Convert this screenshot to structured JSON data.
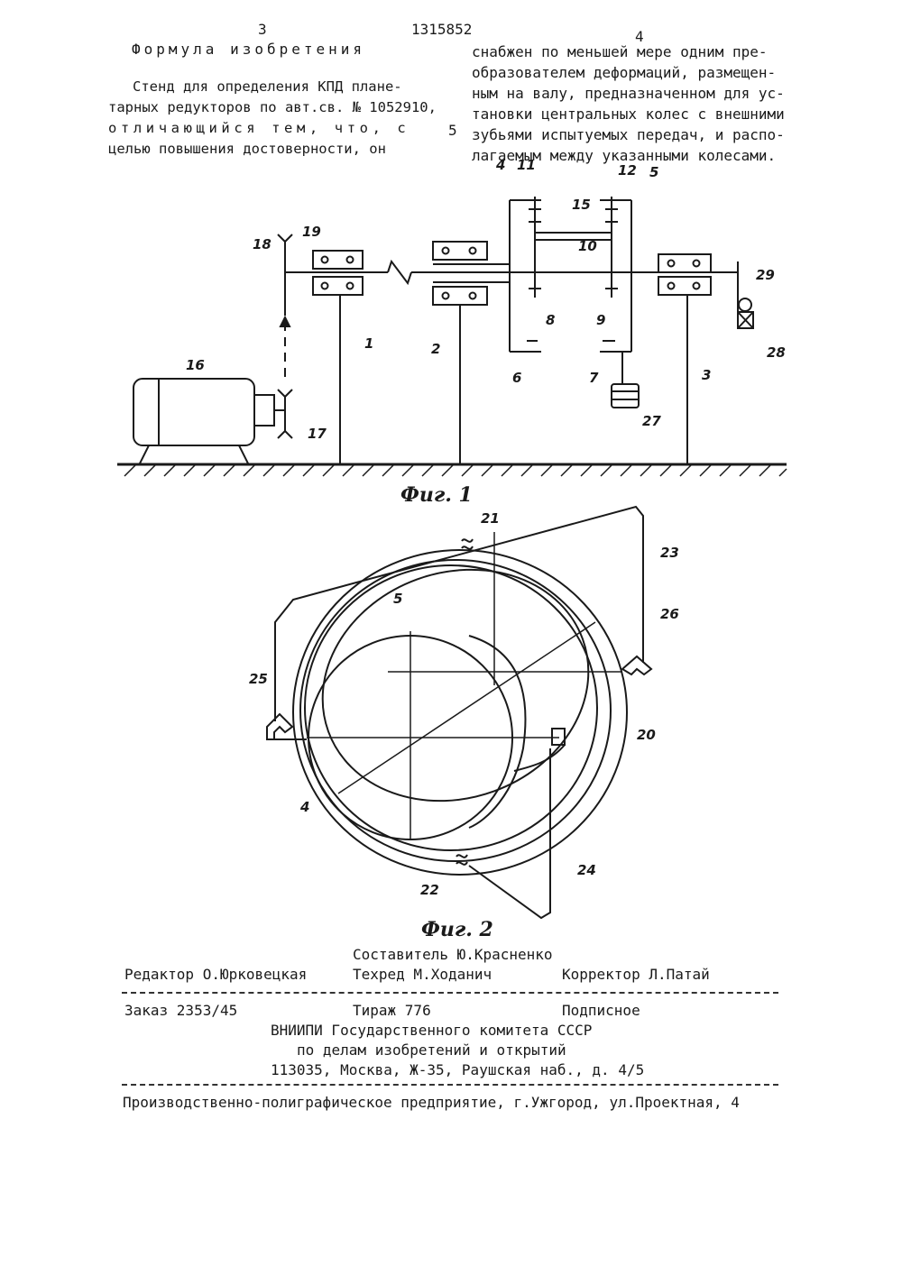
{
  "header": {
    "page_left": "3",
    "patent_number": "1315852",
    "page_right": "4"
  },
  "claim": {
    "title": "Формула изобретения",
    "left_lines": [
      "Стенд для определения КПД плане-",
      "тарных редукторов по авт.св. № 1052910,",
      "отличающийся тем, что, с",
      "целью повышения достоверности, он"
    ],
    "line_marker": "5",
    "right_lines": [
      "снабжен по меньшей мере одним пре-",
      "образователем деформаций, размещен-",
      "ным на валу, предназначенном для ус-",
      "тановки центральных колес с внешними",
      "зубьями испытуемых передач, и распо-",
      "лагаемым между указанными колесами."
    ]
  },
  "figures": {
    "fig1_caption": "Фиг. 1",
    "fig2_caption": "Фиг. 2",
    "fig1_labels": [
      "1",
      "2",
      "3",
      "4",
      "5",
      "6",
      "7",
      "8",
      "9",
      "10",
      "11",
      "12",
      "15",
      "16",
      "17",
      "18",
      "19",
      "27",
      "28",
      "29"
    ],
    "fig2_labels": [
      "4",
      "5",
      "20",
      "21",
      "22",
      "23",
      "24",
      "25",
      "26"
    ]
  },
  "imprint": {
    "compiler": "Составитель Ю.Красненко",
    "editor": "Редактор О.Юрковецкая",
    "techred": "Техред М.Ходанич",
    "corrector": "Корректор Л.Патай",
    "order": "Заказ 2353/45",
    "circulation": "Тираж 776",
    "subscription": "Подписное",
    "org_line1": "ВНИИПИ Государственного комитета СССР",
    "org_line2": "по делам изобретений и открытий",
    "org_line3": "113035, Москва, Ж-35, Раушская наб., д. 4/5",
    "printer": "Производственно-полиграфическое предприятие, г.Ужгород, ул.Проектная, 4"
  }
}
